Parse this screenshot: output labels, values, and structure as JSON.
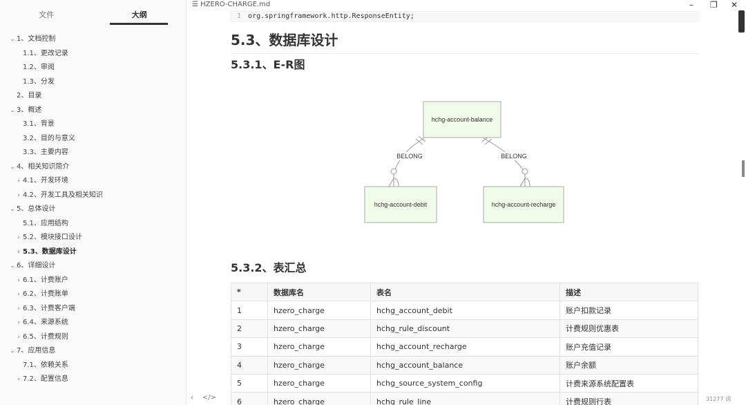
{
  "sidebar": {
    "tabs": [
      "文件",
      "大纲"
    ],
    "active_tab": 1,
    "outline": [
      {
        "label": "1、文档控制",
        "level": 1,
        "chevron": "expanded"
      },
      {
        "label": "1.1、更改记录",
        "level": 2,
        "chevron": "none"
      },
      {
        "label": "1.2、审阅",
        "level": 2,
        "chevron": "none"
      },
      {
        "label": "1.3、分发",
        "level": 2,
        "chevron": "none"
      },
      {
        "label": "2、目录",
        "level": 1,
        "chevron": "none"
      },
      {
        "label": "3、概述",
        "level": 1,
        "chevron": "expanded"
      },
      {
        "label": "3.1、背景",
        "level": 2,
        "chevron": "none"
      },
      {
        "label": "3.2、目的与意义",
        "level": 2,
        "chevron": "none"
      },
      {
        "label": "3.3、主要内容",
        "level": 2,
        "chevron": "none"
      },
      {
        "label": "4、相关知识简介",
        "level": 1,
        "chevron": "expanded"
      },
      {
        "label": "4.1、开发环境",
        "level": 2,
        "chevron": "collapsed"
      },
      {
        "label": "4.2、开发工具及相关知识",
        "level": 2,
        "chevron": "collapsed"
      },
      {
        "label": "5、总体设计",
        "level": 1,
        "chevron": "expanded"
      },
      {
        "label": "5.1、应用结构",
        "level": 2,
        "chevron": "none"
      },
      {
        "label": "5.2、模块接口设计",
        "level": 2,
        "chevron": "collapsed"
      },
      {
        "label": "5.3、数据库设计",
        "level": 2,
        "chevron": "collapsed",
        "active": true
      },
      {
        "label": "6、详细设计",
        "level": 1,
        "chevron": "expanded"
      },
      {
        "label": "6.1、计费账户",
        "level": 2,
        "chevron": "collapsed"
      },
      {
        "label": "6.2、计费账单",
        "level": 2,
        "chevron": "collapsed"
      },
      {
        "label": "6.3、计费客户端",
        "level": 2,
        "chevron": "collapsed"
      },
      {
        "label": "6.4、来源系统",
        "level": 2,
        "chevron": "collapsed"
      },
      {
        "label": "6.5、计费规则",
        "level": 2,
        "chevron": "collapsed"
      },
      {
        "label": "7、应用信息",
        "level": 1,
        "chevron": "expanded"
      },
      {
        "label": "7.1、依赖关系",
        "level": 2,
        "chevron": "none"
      },
      {
        "label": "7.2、配置信息",
        "level": 2,
        "chevron": "collapsed"
      }
    ]
  },
  "titlebar": {
    "filename": "HZERO-CHARGE.md",
    "icons": [
      "minimize-icon",
      "maximize-icon",
      "close-icon"
    ]
  },
  "content": {
    "code_line": {
      "number": "1",
      "text": "org.springframework.http.ResponseEntity;"
    },
    "h2": "5.3、数据库设计",
    "h3_er": "5.3.1、E-R图",
    "er": {
      "parent": "hchg-account-balance",
      "children": [
        "hchg-account-debit",
        "hchg-account-recharge"
      ],
      "relation": "BELONG",
      "fill": "#f0fbea"
    },
    "h3_table": "5.3.2、表汇总",
    "table": {
      "headers": [
        "*",
        "数据库名",
        "表名",
        "描述"
      ],
      "rows": [
        [
          "1",
          "hzero_charge",
          "hchg_account_debit",
          "账户扣款记录"
        ],
        [
          "2",
          "hzero_charge",
          "hchg_rule_discount",
          "计费规则优惠表"
        ],
        [
          "3",
          "hzero_charge",
          "hchg_account_recharge",
          "账户充值记录"
        ],
        [
          "4",
          "hzero_charge",
          "hchg_account_balance",
          "账户余额"
        ],
        [
          "5",
          "hzero_charge",
          "hchg_source_system_config",
          "计费来源系统配置表"
        ],
        [
          "6",
          "hzero_charge",
          "hchg_rule_line",
          "计费规则行表"
        ]
      ]
    }
  },
  "footer": {
    "word_count": "31277 词"
  }
}
